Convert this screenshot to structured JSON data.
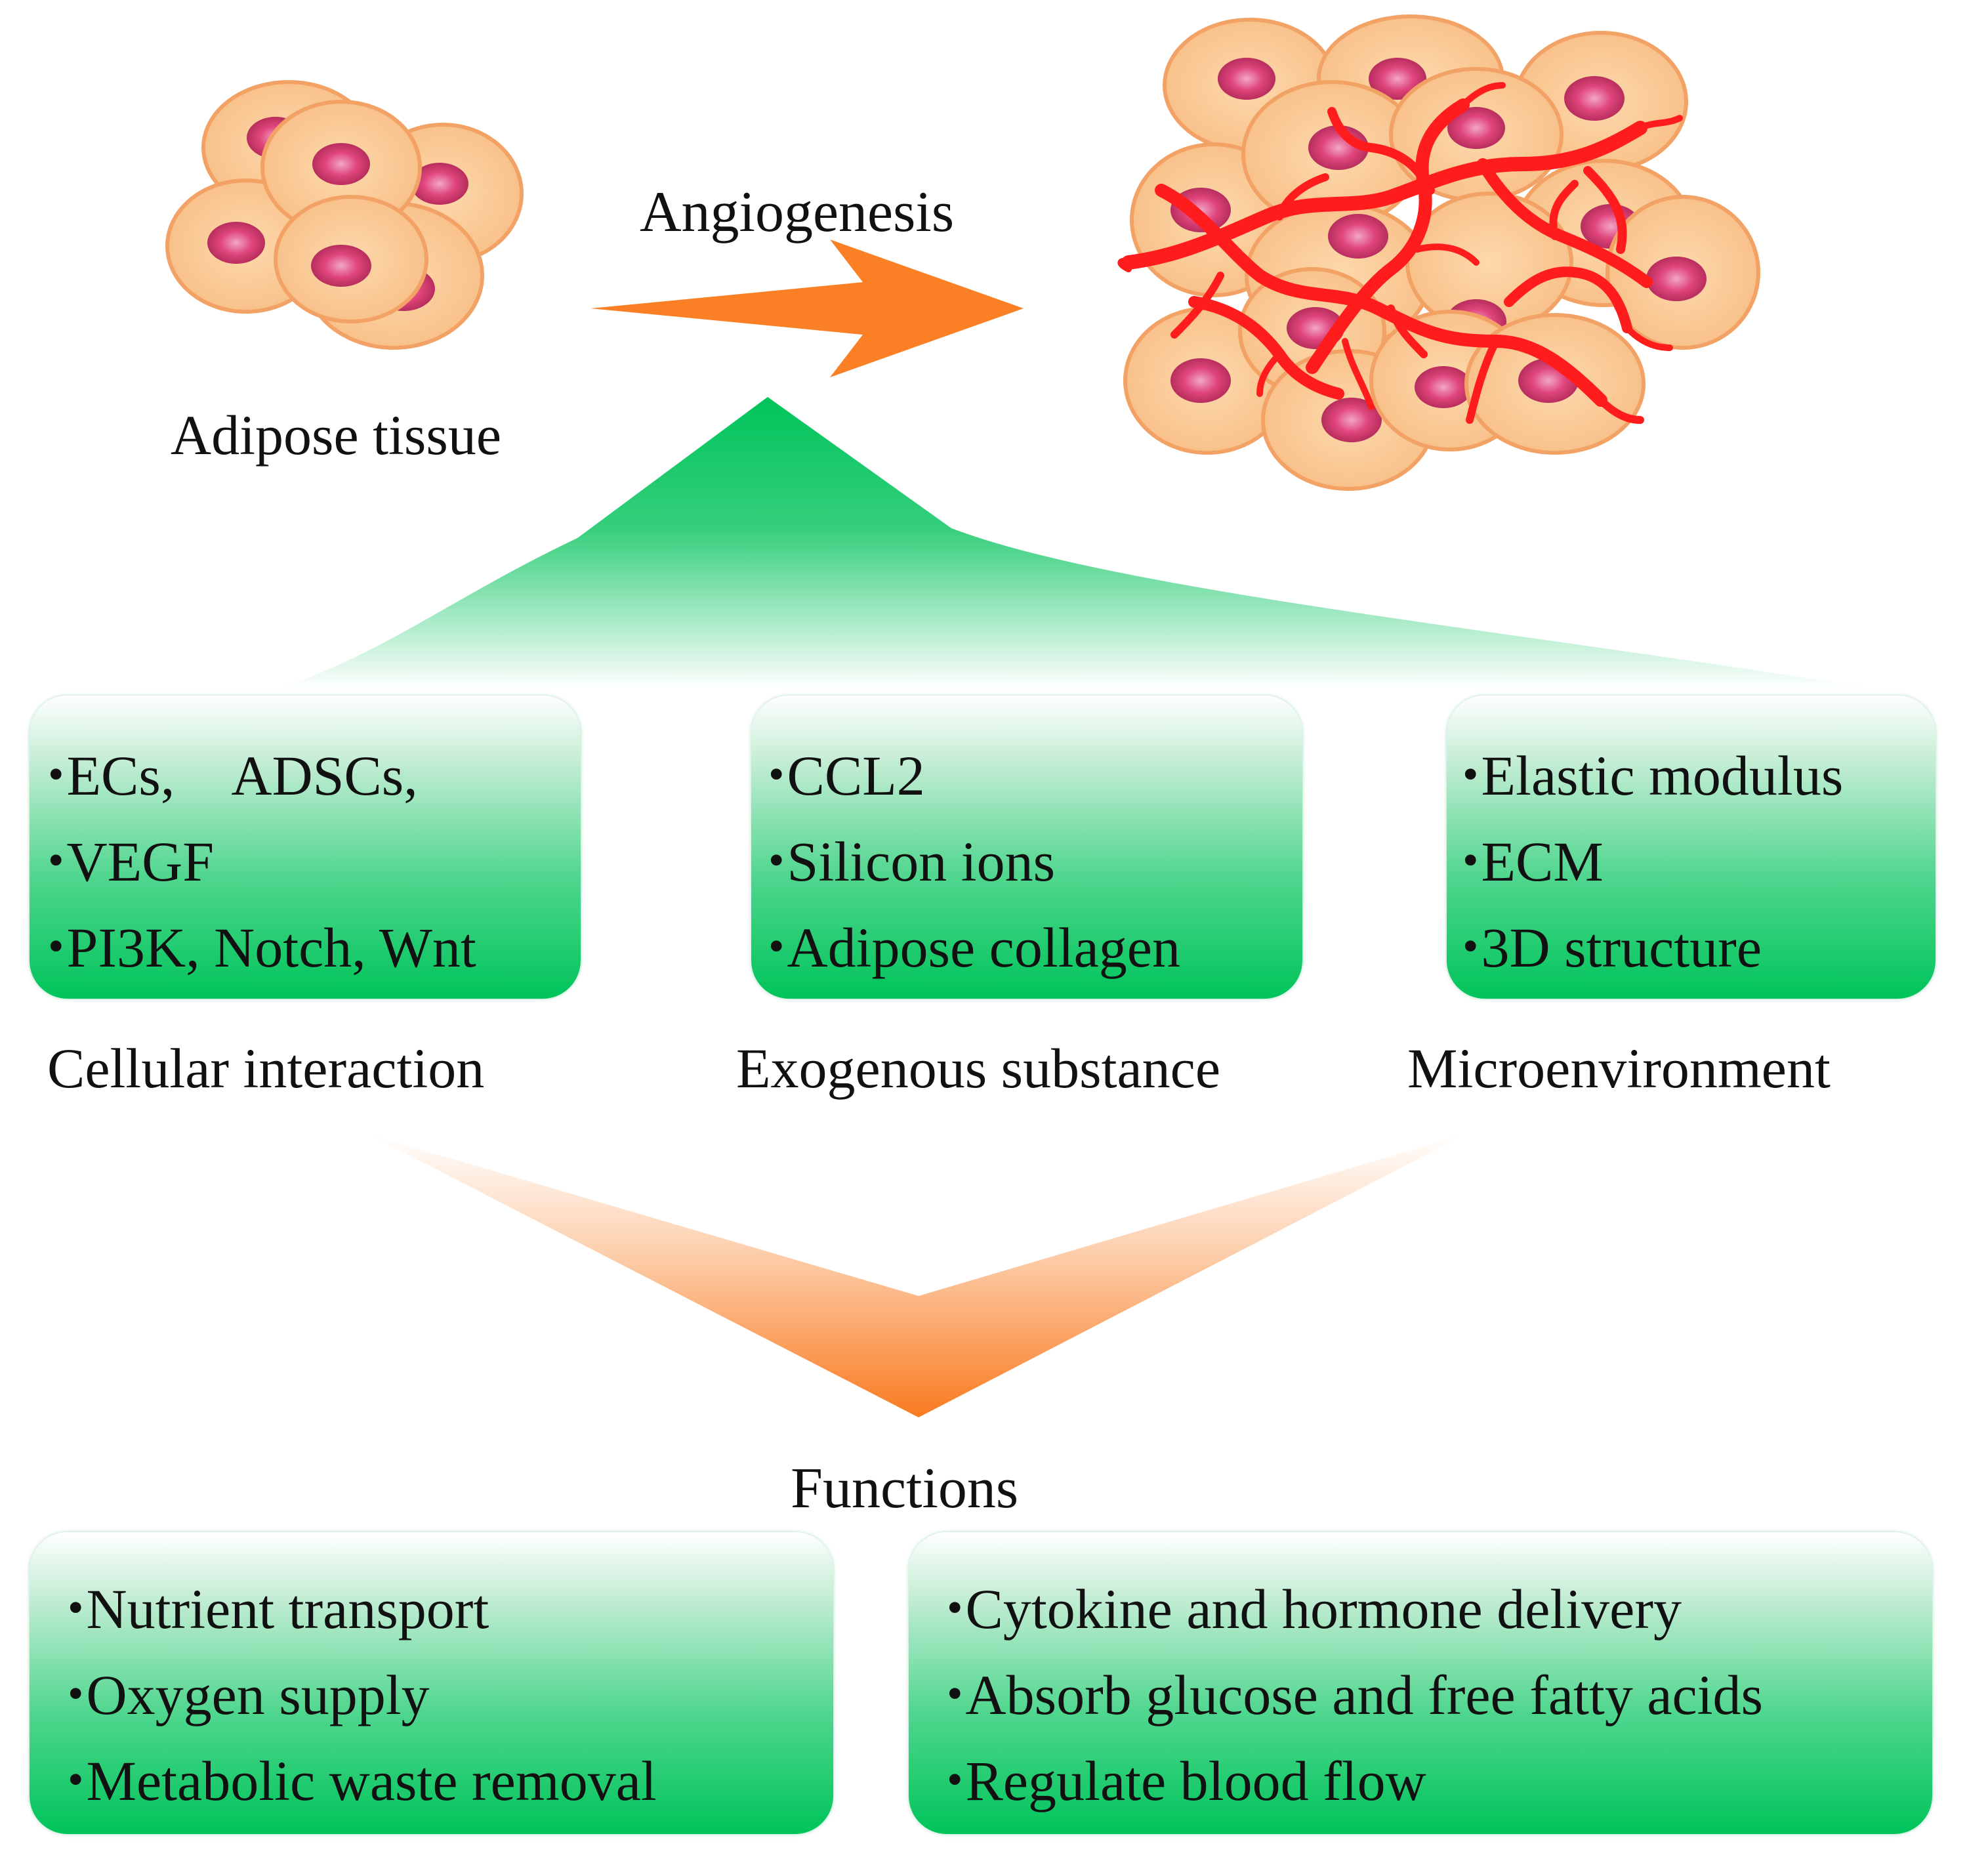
{
  "top": {
    "source_label": "Adipose tissue",
    "arrow_label": "Angiogenesis"
  },
  "factor_groups": [
    {
      "title": "Cellular interaction",
      "items": [
        "ECs,　ADSCs,",
        "VEGF",
        "PI3K, Notch, Wnt"
      ]
    },
    {
      "title": "Exogenous substance",
      "items": [
        "CCL2",
        "Silicon ions",
        "Adipose collagen"
      ]
    },
    {
      "title": "Microenvironment",
      "items": [
        "Elastic modulus",
        "ECM",
        "3D structure"
      ]
    }
  ],
  "functions": {
    "title": "Functions",
    "groups": [
      {
        "items": [
          "Nutrient transport",
          "Oxygen supply",
          "Metabolic waste removal"
        ]
      },
      {
        "items": [
          "Cytokine and hormone delivery",
          "Absorb glucose and free fatty acids",
          "Regulate blood flow"
        ]
      }
    ]
  },
  "colors": {
    "arrow": "#fb7f24",
    "green": "#00c45a",
    "cell_fill": "#f9c48f",
    "cell_edge": "#f3a265",
    "nucleus": "#e1447a",
    "vessel": "#ff1c1c"
  }
}
